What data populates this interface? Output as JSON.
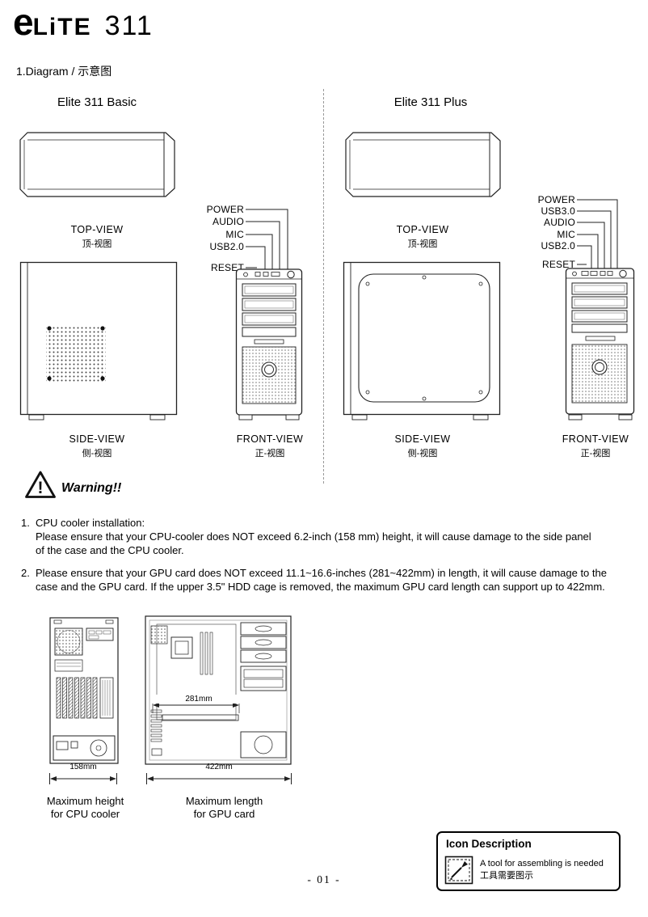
{
  "logo": {
    "e": "e",
    "lite": "LiTE",
    "num": "311"
  },
  "section_title": "1.Diagram / 示意图",
  "basic": {
    "title": "Elite 311 Basic",
    "top_view": "TOP-VIEW",
    "top_view_cn": "顶-视图",
    "side_view": "SIDE-VIEW",
    "side_view_cn": "侧-视图",
    "front_view": "FRONT-VIEW",
    "front_view_cn": "正-视图",
    "ports": [
      "POWER",
      "AUDIO",
      "MIC",
      "USB2.0",
      "RESET"
    ]
  },
  "plus": {
    "title": "Elite 311 Plus",
    "top_view": "TOP-VIEW",
    "top_view_cn": "顶-视图",
    "side_view": "SIDE-VIEW",
    "side_view_cn": "侧-视图",
    "front_view": "FRONT-VIEW",
    "front_view_cn": "正-视图",
    "ports": [
      "POWER",
      "USB3.0",
      "AUDIO",
      "MIC",
      "USB2.0",
      "RESET"
    ]
  },
  "warning": {
    "mark": "!",
    "title": "Warning!!",
    "item1_no": "1.",
    "item1_head": "CPU cooler installation:",
    "item1_body": "Please ensure that your CPU-cooler does NOT exceed 6.2-inch (158 mm) height, it will cause damage to the side panel of the case and the CPU cooler.",
    "item2_no": "2.",
    "item2_body": "Please ensure that your GPU card does NOT exceed 11.1~16.6-inches (281~422mm) in length, it will cause damage to the case and the GPU card. If the upper 3.5\" HDD cage is removed, the maximum GPU card length can support up to 422mm."
  },
  "dims": {
    "d158": "158mm",
    "d281": "281mm",
    "d422": "422mm",
    "caption_cpu": "Maximum height\nfor CPU cooler",
    "caption_gpu": "Maximum length\nfor GPU card"
  },
  "icon_desc": {
    "title": "Icon Description",
    "line_en": "A tool for assembling is needed",
    "line_cn": "工具需要图示"
  },
  "page_number": "- 01 -"
}
